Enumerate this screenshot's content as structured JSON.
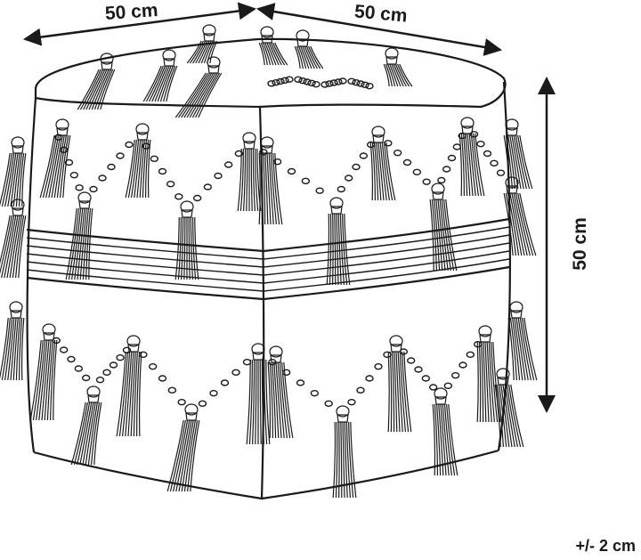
{
  "dimensions": {
    "width": "50 cm",
    "depth": "50 cm",
    "height": "50 cm"
  },
  "tolerance": "+/- 2 cm",
  "colors": {
    "line": "#1a1a1a",
    "background": "#ffffff"
  },
  "icons": {
    "product": "tasseled-pouf-line-drawing"
  }
}
